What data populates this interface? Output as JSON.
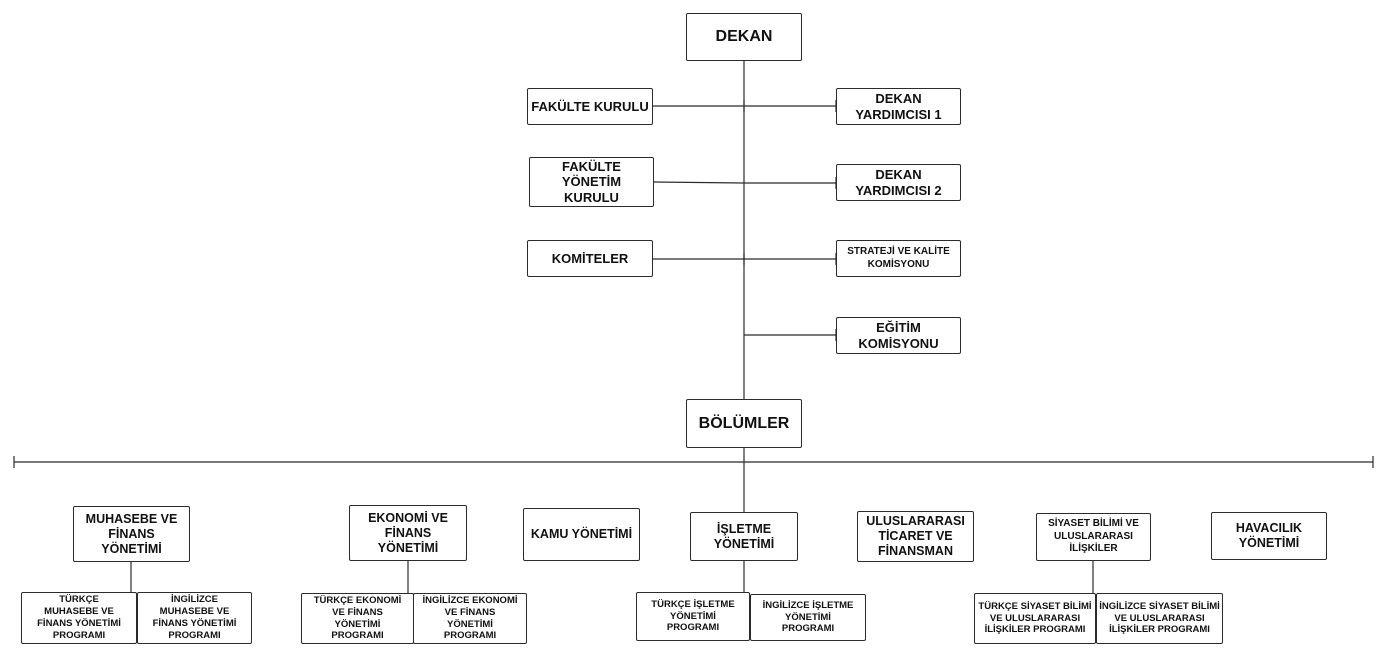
{
  "colors": {
    "line": "#2b2b2b",
    "border": "#2b2b2b",
    "text": "#111111"
  },
  "nodes": {
    "dekan": "DEKAN",
    "fakulte_kurulu": "FAKÜLTE KURULU",
    "dekan_yardimcisi_1": "DEKAN\nYARDIMCISI 1",
    "fakulte_yonetim_kurulu": "FAKÜLTE\nYÖNETİM\nKURULU",
    "dekan_yardimcisi_2": "DEKAN\nYARDIMCISI 2",
    "komiteler": "KOMİTELER",
    "strateji_kalite": "STRATEJİ VE KALİTE\nKOMİSYONU",
    "egitim_komisyonu": "EĞİTİM\nKOMİSYONU",
    "bolumler": "BÖLÜMLER",
    "muhasebe_finans": "MUHASEBE VE\nFİNANS\nYÖNETİMİ",
    "ekonomi_finans": "EKONOMİ VE\nFİNANS\nYÖNETİMİ",
    "kamu_yonetimi": "KAMU YÖNETİMİ",
    "isletme_yonetimi": "İŞLETME\nYÖNETİMİ",
    "uluslararasi_ticaret": "ULUSLARARASI\nTİCARET VE\nFİNANSMAN",
    "siyaset_bilimi": "SİYASET BİLİMİ VE\nULUSLARARASI\nİLİŞKİLER",
    "havacilik_yonetimi": "HAVACILIK\nYÖNETİMİ",
    "turkce_muhasebe": "TÜRKÇE\nMUHASEBE VE\nFİNANS YÖNETİMİ\nPROGRAMI",
    "ingilizce_muhasebe": "İNGİLİZCE\nMUHASEBE VE\nFİNANS YÖNETİMİ\nPROGRAMI",
    "turkce_ekonomi": "TÜRKÇE EKONOMİ\nVE FİNANS\nYÖNETİMİ\nPROGRAMI",
    "ingilizce_ekonomi": "İNGİLİZCE EKONOMİ\nVE FİNANS\nYÖNETİMİ\nPROGRAMI",
    "turkce_isletme": "TÜRKÇE İŞLETME\nYÖNETİMİ\nPROGRAMI",
    "ingilizce_isletme": "İNGİLİZCE İŞLETME\nYÖNETİMİ\nPROGRAMI",
    "turkce_siyaset": "TÜRKÇE SİYASET BİLİMİ\nVE ULUSLARARASI\nİLİŞKİLER PROGRAMI",
    "ingilizce_siyaset": "İNGİLİZCE SİYASET BİLİMİ\nVE ULUSLARARASI\nİLİŞKİLER PROGRAMI"
  }
}
